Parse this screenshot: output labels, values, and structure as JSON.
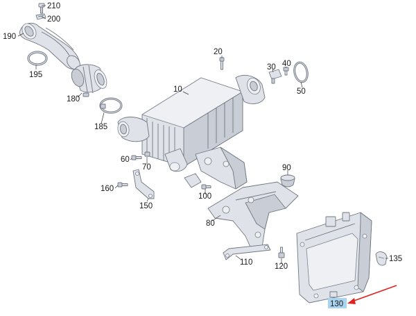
{
  "diagram": {
    "callouts": [
      {
        "id": "c210",
        "label": "210"
      },
      {
        "id": "c200",
        "label": "200"
      },
      {
        "id": "c190",
        "label": "190"
      },
      {
        "id": "c195",
        "label": "195"
      },
      {
        "id": "c180",
        "label": "180"
      },
      {
        "id": "c185",
        "label": "185"
      },
      {
        "id": "c20",
        "label": "20"
      },
      {
        "id": "c10",
        "label": "10"
      },
      {
        "id": "c30",
        "label": "30"
      },
      {
        "id": "c40",
        "label": "40"
      },
      {
        "id": "c50",
        "label": "50"
      },
      {
        "id": "c60",
        "label": "60"
      },
      {
        "id": "c70",
        "label": "70"
      },
      {
        "id": "c90",
        "label": "90"
      },
      {
        "id": "c160",
        "label": "160"
      },
      {
        "id": "c100",
        "label": "100"
      },
      {
        "id": "c150",
        "label": "150"
      },
      {
        "id": "c80",
        "label": "80"
      },
      {
        "id": "c110",
        "label": "110"
      },
      {
        "id": "c120",
        "label": "120"
      },
      {
        "id": "c135",
        "label": "135"
      },
      {
        "id": "c130",
        "label": "130"
      }
    ],
    "highlighted": "130",
    "highlight_color": "#a9d3ee",
    "arrow_color": "#e0221c",
    "part_color": "#dfe3e9"
  }
}
